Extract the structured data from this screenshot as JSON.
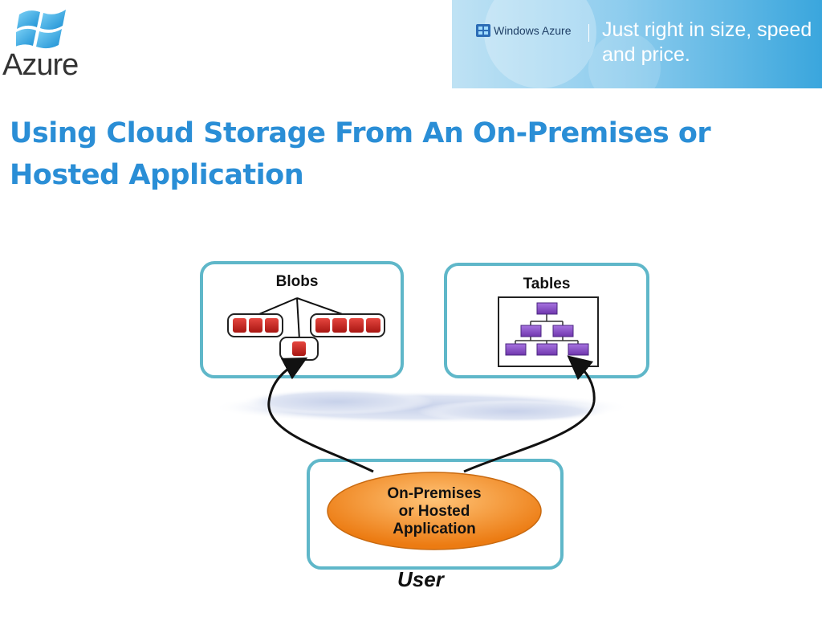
{
  "logo": {
    "text": "Azure",
    "icon": "windows-flag-icon"
  },
  "banner": {
    "brand": "Windows Azure",
    "tagline_line1": "Just right in size, speed",
    "tagline_line2": "and price."
  },
  "title": {
    "line1": "Using Cloud Storage From An On-Premises or",
    "line2": "Hosted Application"
  },
  "diagram": {
    "blobs_label": "Blobs",
    "tables_label": "Tables",
    "app_line1": "On-Premises",
    "app_line2": "or Hosted",
    "app_line3": "Application",
    "user_label": "User"
  },
  "colors": {
    "title": "#2a8ed6",
    "box_border": "#5fb7c9",
    "blob_red": "#c8231e",
    "table_purple": "#8b4fc7",
    "app_orange": "#f08a1e"
  }
}
